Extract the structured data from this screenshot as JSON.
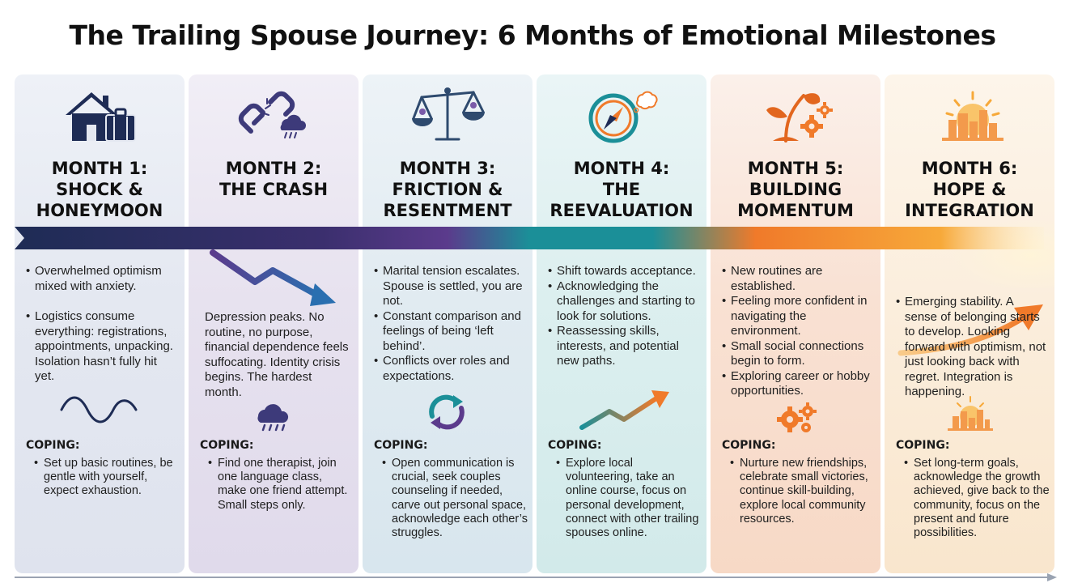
{
  "title": "The Trailing Spouse Journey: 6 Months of Emotional Milestones",
  "months": [
    {
      "heading": [
        "MONTH 1:",
        "SHOCK &",
        "HONEYMOON"
      ],
      "icon": "house-luggage-icon",
      "mid_icon": "wave-icon",
      "bullets": [
        "Overwhelmed optimism mixed with anxiety.",
        "Logistics consume everything: registrations, appointments, unpacking. Isolation hasn’t fully hit yet."
      ],
      "coping_label": "COPING:",
      "coping": "Set up basic routines, be gentle with yourself, expect exhaustion."
    },
    {
      "heading": [
        "MONTH 2:",
        "THE CRASH"
      ],
      "icon": "broken-chain-rain-icon",
      "mid_icon": "rain-cloud-icon",
      "trend_icon": "down-arrow-icon",
      "bullets": [
        "Depression peaks. No routine, no purpose, financial dependence feels suffocating. Identity crisis begins. The hardest month."
      ],
      "coping_label": "COPING:",
      "coping": "Find one therapist, join one language class, make one friend attempt. Small steps only."
    },
    {
      "heading": [
        "MONTH 3:",
        "FRICTION &",
        "RESENTMENT"
      ],
      "icon": "scales-icon",
      "mid_icon": "circular-arrows-icon",
      "bullets": [
        "Marital tension escalates. Spouse is settled, you are not.",
        "Constant comparison and feelings of being ‘left behind’.",
        "Conflicts over roles and expectations."
      ],
      "coping_label": "COPING:",
      "coping": "Open communication is crucial, seek couples counseling if needed, carve out personal space, acknowledge each other’s struggles."
    },
    {
      "heading": [
        "MONTH 4:",
        "THE",
        "REEVALUATION"
      ],
      "icon": "compass-thought-icon",
      "mid_icon": "trend-up-arrow-icon",
      "bullets": [
        "Shift towards acceptance.",
        "Acknowledging the challenges and starting to look for solutions.",
        "Reassessing skills, interests, and potential new paths."
      ],
      "coping_label": "COPING:",
      "coping": "Explore local volunteering, take an online course, focus on personal development, connect with other trailing spouses online."
    },
    {
      "heading": [
        "MONTH 5:",
        "BUILDING",
        "MOMENTUM"
      ],
      "icon": "sprout-gears-icon",
      "mid_icon": "gears-icon",
      "bullets": [
        "New routines are established.",
        "Feeling more confident in navigating the environment.",
        "Small social connections begin to form.",
        "Exploring career or hobby opportunities."
      ],
      "coping_label": "COPING:",
      "coping": "Nurture new friendships, celebrate small victories, continue skill-building, explore local community resources."
    },
    {
      "heading": [
        "MONTH 6:",
        "HOPE &",
        "INTEGRATION"
      ],
      "icon": "sunrise-city-icon",
      "mid_icon": "sunrise-city-small-icon",
      "trend_icon": "up-arrow-icon",
      "bullets": [
        "Emerging stability. A sense of belonging starts to develop. Looking forward with optimism, not just looking back with regret. Integration is happening."
      ],
      "coping_label": "COPING:",
      "coping": "Set long-term goals, acknowledge the growth achieved, give back to the community, focus on the present and future possibilities."
    }
  ],
  "colors": {
    "navy": "#1e2c55",
    "purple": "#5b3b8c",
    "teal": "#1b8f98",
    "orange": "#f07a2a",
    "amber": "#f7a93a"
  }
}
